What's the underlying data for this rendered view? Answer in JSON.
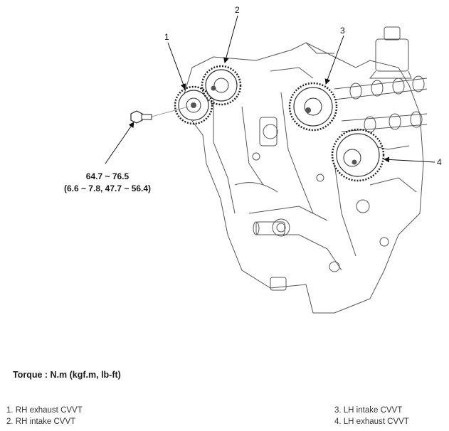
{
  "diagram": {
    "callouts": [
      "1",
      "2",
      "3",
      "4"
    ],
    "torque_spec": {
      "line1": "64.7 ~ 76.5",
      "line2": "(6.6 ~ 7.8, 47.7 ~ 56.4)"
    }
  },
  "torque_title": "Torque : N.m (kgf.m, lb-ft)",
  "legend": {
    "items": [
      "1. RH exhaust CVVT",
      "2. RH intake CVVT",
      "3. LH intake CVVT",
      "4. LH exhaust CVVT"
    ]
  }
}
